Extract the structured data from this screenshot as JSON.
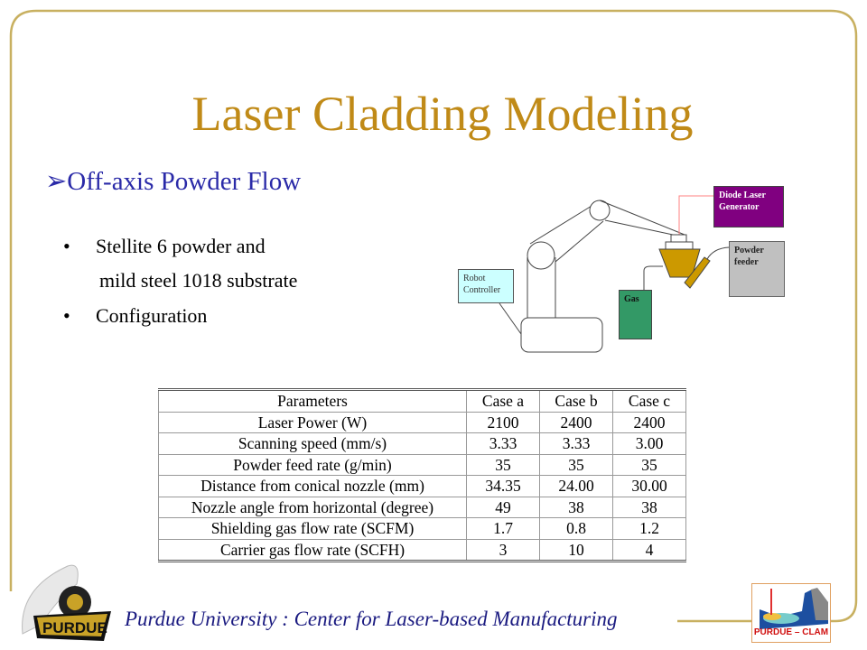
{
  "slide": {
    "title": "Laser Cladding Modeling",
    "subtitle": "➢Off-axis Powder Flow",
    "bullets": [
      {
        "marker": "•",
        "line1": "Stellite 6 powder and",
        "line2": "mild steel 1018 substrate"
      },
      {
        "marker": "•",
        "line1": "Configuration"
      }
    ]
  },
  "diagram": {
    "robot_controller": "Robot Controller",
    "diode_laser": "Diode Laser Generator",
    "powder_feeder": "Powder feeder",
    "gas": "Gas",
    "colors": {
      "controller": "#ccffff",
      "laser": "#800080",
      "feeder": "#c0c0c0",
      "gas": "#339966",
      "nozzle": "#cc9900"
    }
  },
  "table": {
    "headers": [
      "Parameters",
      "Case a",
      "Case b",
      "Case c"
    ],
    "rows": [
      [
        "Laser Power (W)",
        "2100",
        "2400",
        "2400"
      ],
      [
        "Scanning speed (mm/s)",
        "3.33",
        "3.33",
        "3.00"
      ],
      [
        "Powder feed rate (g/min)",
        "35",
        "35",
        "35"
      ],
      [
        "Distance from conical nozzle (mm)",
        "34.35",
        "24.00",
        "30.00"
      ],
      [
        "Nozzle angle from horizontal (degree)",
        "49",
        "38",
        "38"
      ],
      [
        "Shielding gas flow rate (SCFM)",
        "1.7",
        "0.8",
        "1.2"
      ],
      [
        "Carrier gas flow rate (SCFH)",
        "3",
        "10",
        "4"
      ]
    ]
  },
  "footer": {
    "text": "Purdue University :  Center for Laser-based Manufacturing",
    "left_logo_text": "PURDUE",
    "right_logo_text": "PURDUE – CLAM"
  }
}
